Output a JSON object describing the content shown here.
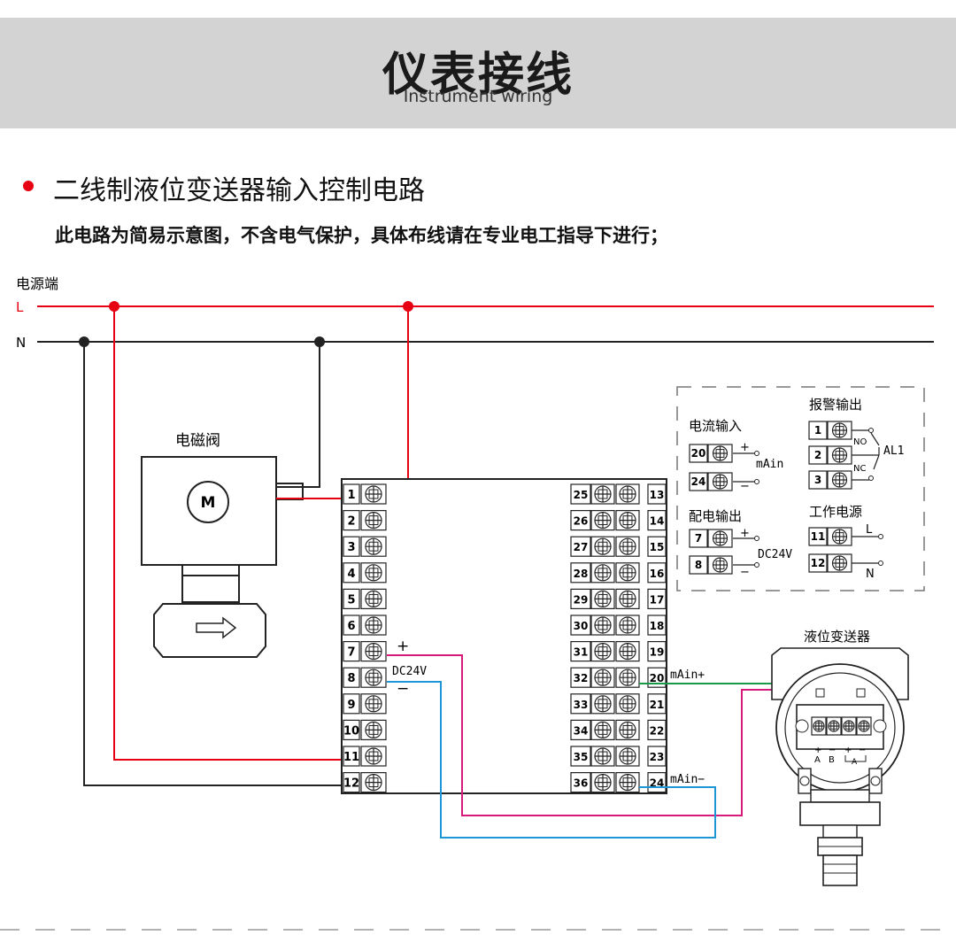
{
  "header": {
    "title": "仪表接线",
    "subtitle": "Instrument wiring"
  },
  "section": {
    "title": "二线制液位变送器输入控制电路",
    "note": "此电路为简易示意图，不含电气保护，具体布线请在专业电工指导下进行；"
  },
  "power": {
    "label": "电源端",
    "line_l": "L",
    "line_n": "N"
  },
  "valve": {
    "label": "电磁阀",
    "motor": "M"
  },
  "controller": {
    "left_terminals": [
      "1",
      "2",
      "3",
      "4",
      "5",
      "6",
      "7",
      "8",
      "9",
      "10",
      "11",
      "12"
    ],
    "right_outer": [
      "25",
      "26",
      "27",
      "28",
      "29",
      "30",
      "31",
      "32",
      "33",
      "34",
      "35",
      "36"
    ],
    "right_inner": [
      "13",
      "14",
      "15",
      "16",
      "17",
      "18",
      "19",
      "20",
      "21",
      "22",
      "23",
      "24"
    ],
    "dc_plus": "+",
    "dc_label": "DC24V",
    "dc_minus": "−",
    "main_plus": "mAin+",
    "main_minus": "mAin−"
  },
  "legend": {
    "current_input": {
      "title": "电流输入",
      "t1": "20",
      "t2": "24",
      "plus": "+",
      "minus": "−",
      "label": "mAin"
    },
    "power_output": {
      "title": "配电输出",
      "t1": "7",
      "t2": "8",
      "plus": "+",
      "minus": "−",
      "label": "DC24V"
    },
    "alarm_output": {
      "title": "报警输出",
      "t1": "1",
      "t2": "2",
      "t3": "3",
      "no": "NO",
      "nc": "NC",
      "label": "AL1"
    },
    "work_power": {
      "title": "工作电源",
      "t1": "11",
      "t2": "12",
      "l": "L",
      "n": "N"
    }
  },
  "transmitter": {
    "label": "液位变送器",
    "plus1": "+",
    "minus1": "−",
    "plus2": "+",
    "minus2": "−",
    "a": "A",
    "b": "B",
    "bracket_a": "A"
  },
  "colors": {
    "line_l": "#e60012",
    "line_n": "#222222",
    "dc_wire": "#d6197a",
    "signal_wire": "#1e96d6",
    "main_wire": "#1a9a48",
    "accent": "#e60012"
  }
}
